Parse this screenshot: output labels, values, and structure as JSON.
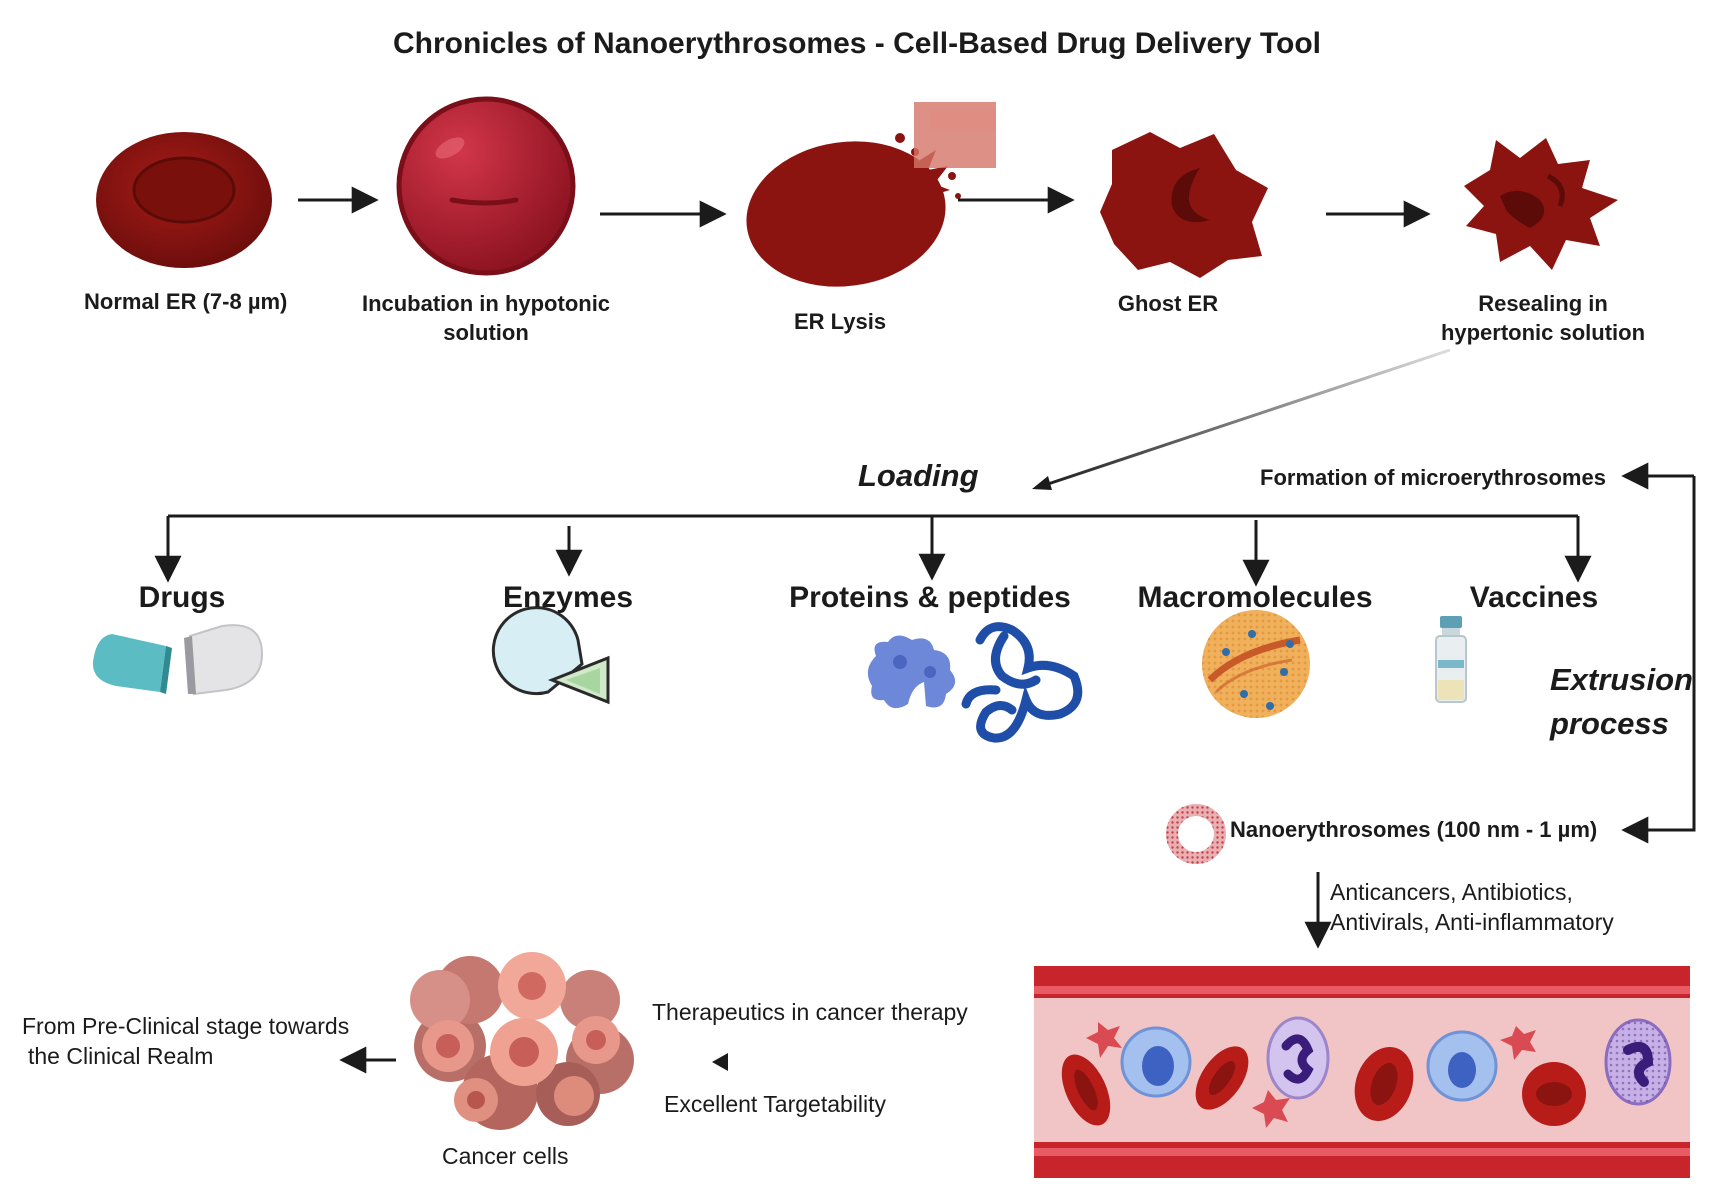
{
  "title": "Chronicles of Nanoerythrosomes - Cell-Based Drug Delivery Tool",
  "steps": [
    {
      "label": "Normal ER (7-8 µm)"
    },
    {
      "label": "Incubation in hypotonic solution"
    },
    {
      "label": "ER Lysis"
    },
    {
      "label": "Ghost ER"
    },
    {
      "label": "Resealing in hypertonic solution"
    }
  ],
  "loading": "Loading",
  "microerythrosomes": "Formation of microerythrosomes",
  "categories": [
    {
      "label": "Drugs"
    },
    {
      "label": "Enzymes"
    },
    {
      "label": "Proteins & peptides"
    },
    {
      "label": "Macromolecules"
    },
    {
      "label": "Vaccines"
    }
  ],
  "extrusion": {
    "line1": "Extrusion",
    "line2": "process"
  },
  "nanoerythrosomes": "Nanoerythrosomes (100 nm - 1 µm)",
  "drug_classes": {
    "line1": "Anticancers, Antibiotics,",
    "line2": "Antivirals, Anti-inflammatory"
  },
  "therapeutics": "Therapeutics in cancer therapy",
  "targetability": "Excellent  Targetability",
  "cancer_cells": "Cancer cells",
  "clinical": {
    "line1": "From Pre-Clinical stage towards",
    "line2": "the Clinical Realm"
  },
  "colors": {
    "rbc_dark": "#8b1410",
    "rbc_mid": "#a61b1e",
    "blood_vessel": "#c8242c",
    "plasma": "#f1c5c5",
    "capsule_teal": "#5cbcc4",
    "protein_blue": "#1f4ea8",
    "cancer_pink": "#e8988a"
  }
}
